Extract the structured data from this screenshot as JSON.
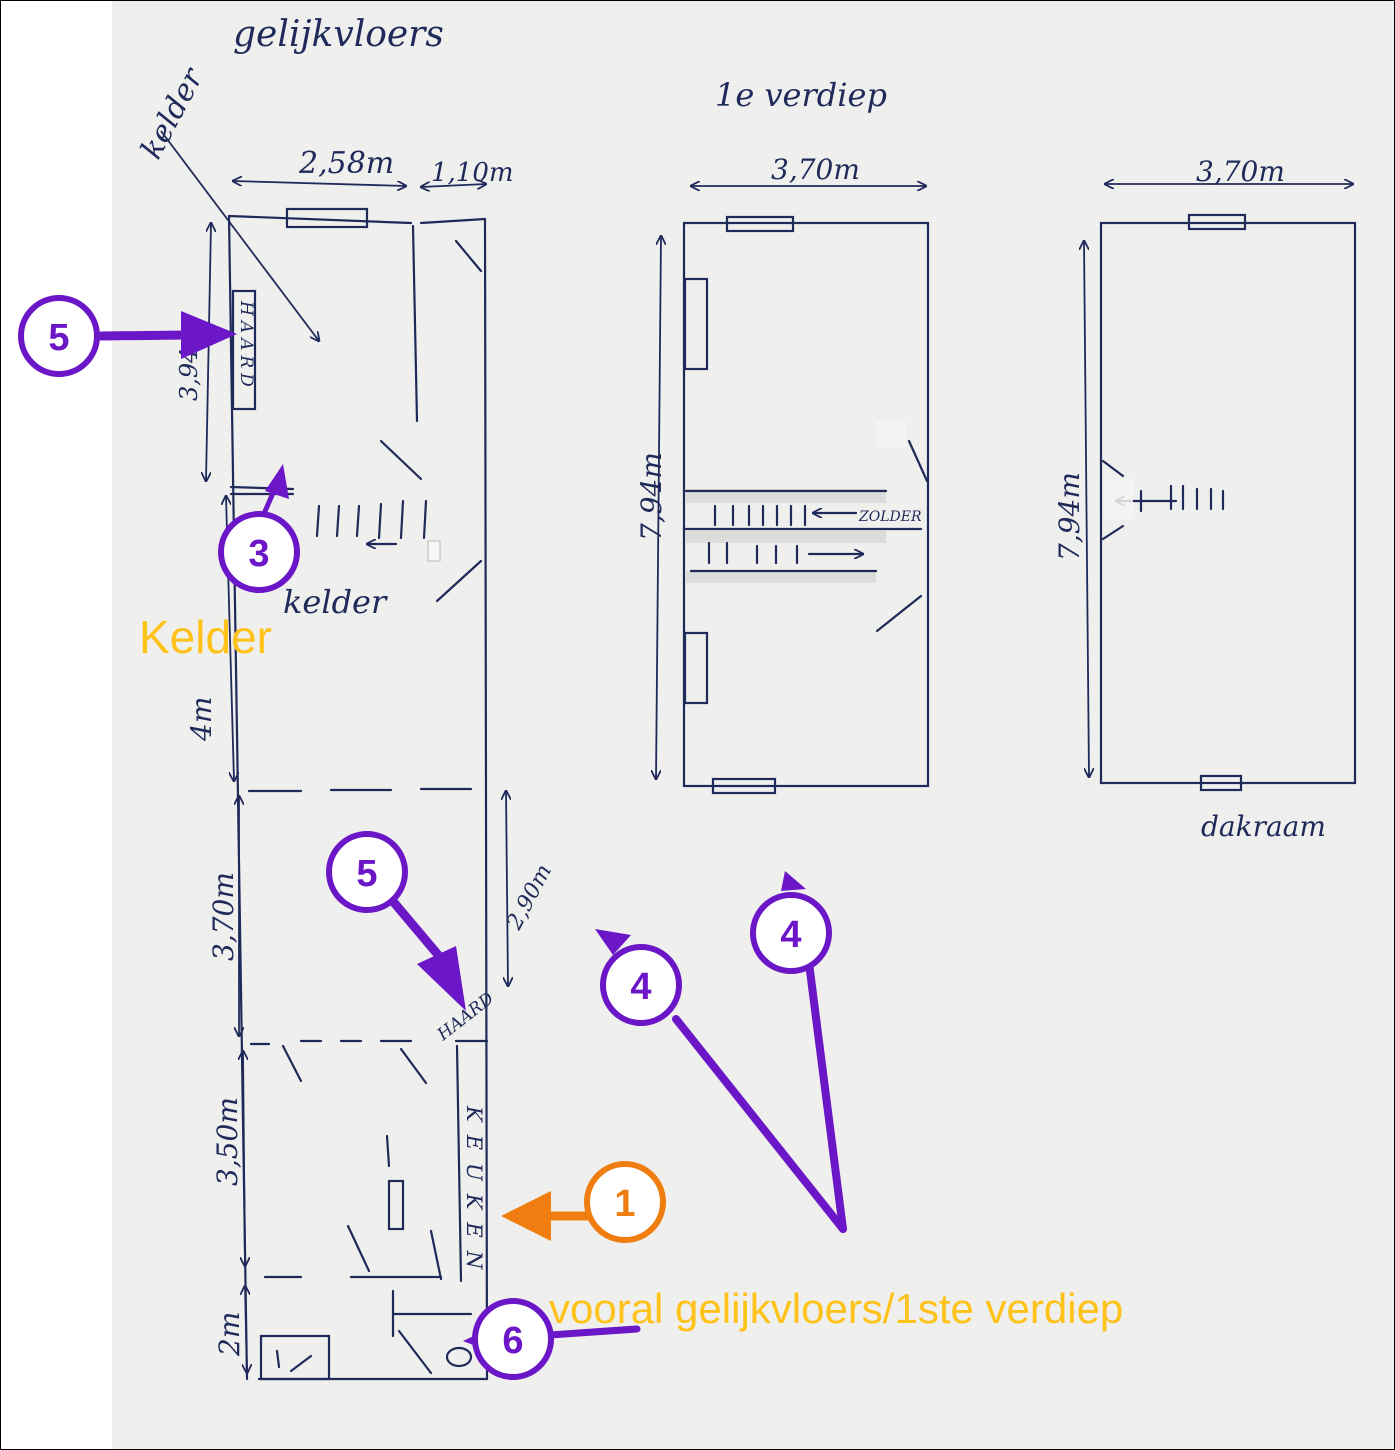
{
  "colors": {
    "ink": "#1f2a5a",
    "purple": "#6b16c7",
    "orange": "#f07d10",
    "yellow": "#ffc21a",
    "paper": "#efefed"
  },
  "plans": {
    "ground": {
      "title": "gelijkvloers",
      "basement_pointer": "kelder",
      "width_dim": "2,58m",
      "width_dim_2": "1,10m",
      "dim_top": "3,94m",
      "dim_mid": "4m",
      "dim_lower": "3,70m",
      "dim_right": "2,90m",
      "dim_kitchen": "3,50m",
      "dim_bottom": "2m",
      "stairs_label": "kelder",
      "haard_top": "HAARD",
      "haard_mid": "HAARD",
      "kitchen": "KEUKEN"
    },
    "first": {
      "title": "1e verdiep",
      "width_dim": "3,70m",
      "height_dim": "7,94m",
      "attic": "ZOLDER"
    },
    "second": {
      "width_dim": "3,70m",
      "height_dim": "7,94m",
      "roof": "dakraam"
    }
  },
  "annotations": {
    "kelder": "Kelder",
    "vooral": "vooral gelijkvloers/1ste verdiep",
    "badges": [
      "5",
      "3",
      "5",
      "4",
      "4",
      "1",
      "6"
    ]
  }
}
